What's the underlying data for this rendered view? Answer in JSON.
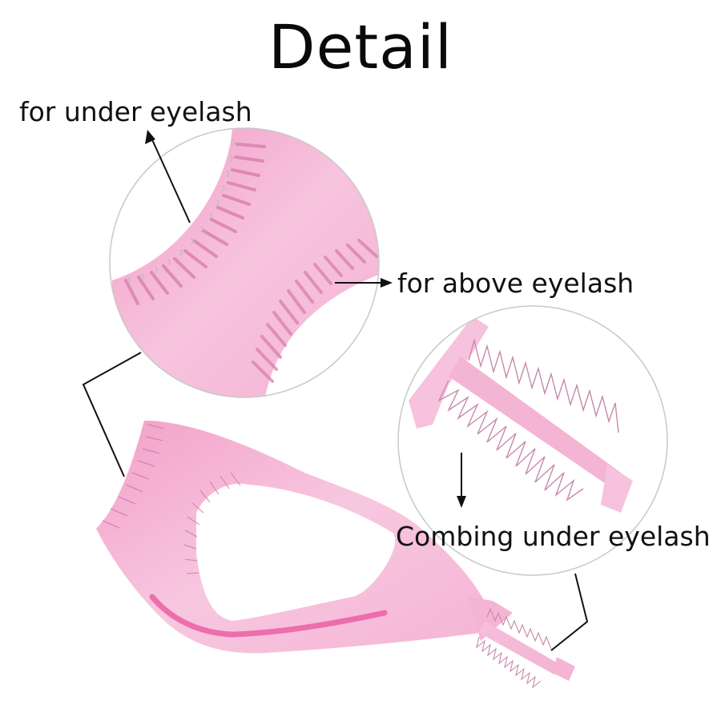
{
  "title": "Detail",
  "labels": {
    "under_eyelash": "for under eyelash",
    "above_eyelash": "for above eyelash",
    "combing_under_eyelash": "Combing under eyelash"
  },
  "colors": {
    "background": "#ffffff",
    "product_pink": "#f5b6d6",
    "product_pink_dark": "#ea5fa2",
    "text": "#111111",
    "circle_outline": "#c8c8c8"
  },
  "illustration": {
    "product": "mascara applicator guide / eyelash comb",
    "callouts": [
      "upper-left magnified circle (curved comb edges)",
      "right magnified circle (comb handle tip)"
    ]
  }
}
